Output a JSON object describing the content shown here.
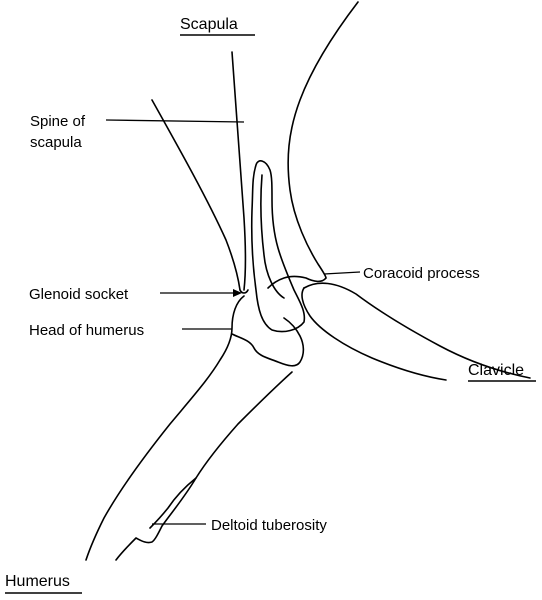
{
  "labels": {
    "scapula": "Scapula",
    "spine_line1": "Spine of",
    "spine_line2": "scapula",
    "coracoid": "Coracoid process",
    "glenoid": "Glenoid socket",
    "head": "Head of humerus",
    "clavicle": "Clavicle",
    "deltoid": "Deltoid tuberosity",
    "humerus": "Humerus"
  },
  "colors": {
    "line": "#000000",
    "background": "#ffffff"
  }
}
